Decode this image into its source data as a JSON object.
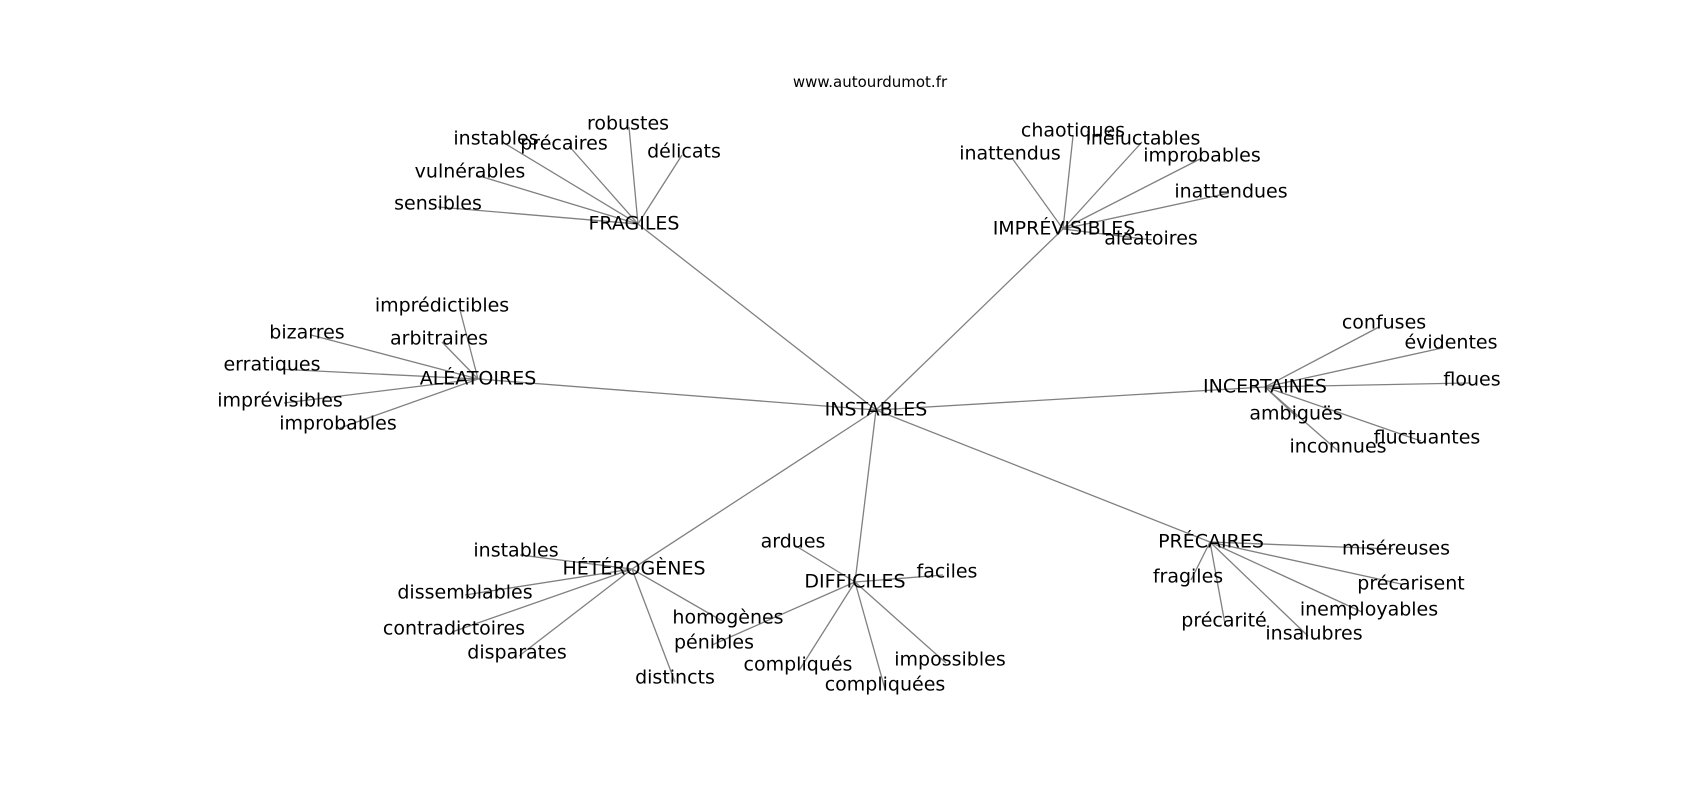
{
  "site": "www.autourdumot.fr",
  "root": {
    "label": "INSTABLES"
  },
  "branches": [
    {
      "label": "FRAGILES",
      "leaves": [
        "instables",
        "précaires",
        "robustes",
        "délicats",
        "vulnérables",
        "sensibles"
      ]
    },
    {
      "label": "IMPRÉVISIBLES",
      "leaves": [
        "chaotiques",
        "inattendus",
        "inéluctables",
        "improbables",
        "inattendues",
        "aléatoires"
      ]
    },
    {
      "label": "ALÉATOIRES",
      "leaves": [
        "imprédictibles",
        "bizarres",
        "arbitraires",
        "erratiques",
        "imprévisibles",
        "improbables"
      ]
    },
    {
      "label": "INCERTAINES",
      "leaves": [
        "confuses",
        "évidentes",
        "floues",
        "ambiguës",
        "fluctuantes",
        "inconnues"
      ]
    },
    {
      "label": "HÉTÉROGÈNES",
      "leaves": [
        "instables",
        "dissemblables",
        "contradictoires",
        "disparates",
        "distincts",
        "homogènes"
      ]
    },
    {
      "label": "DIFFICILES",
      "leaves": [
        "ardues",
        "faciles",
        "pénibles",
        "compliqués",
        "compliquées",
        "impossibles"
      ]
    },
    {
      "label": "PRÉCAIRES",
      "leaves": [
        "miséreuses",
        "fragiles",
        "précarisent",
        "inemployables",
        "précarité",
        "insalubres"
      ]
    }
  ]
}
